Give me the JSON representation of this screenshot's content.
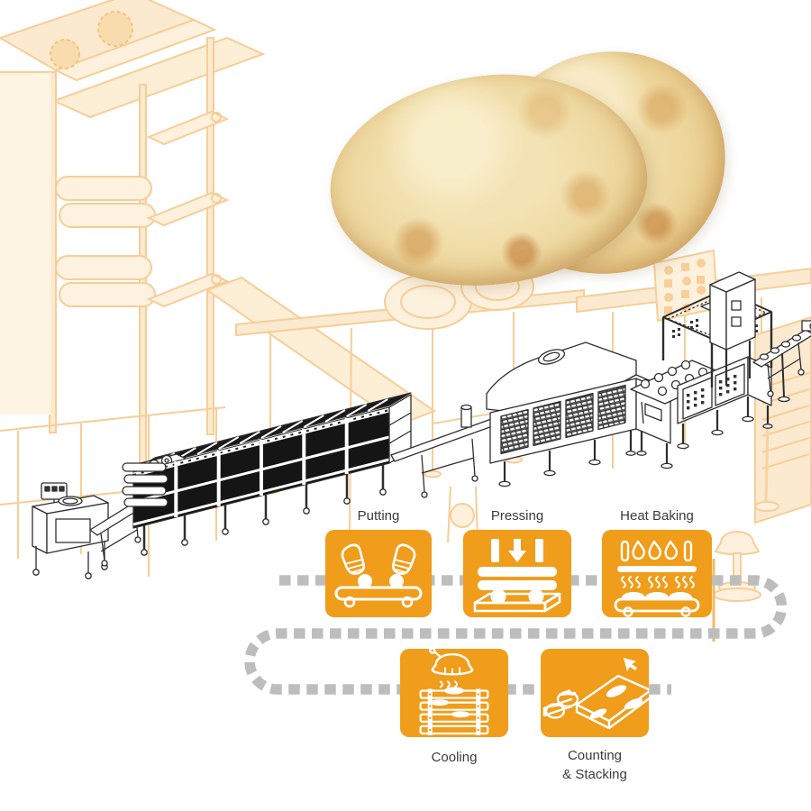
{
  "title": "Paratha production line process diagram",
  "colors": {
    "accent_orange": "#F09D1C",
    "flow_path_gray": "#BDBDBD",
    "background_art_line": "#F6CE97",
    "background_art_fill": "#FCEACD",
    "machine_line": "#2E2E2E",
    "label_text": "#3B3B3B"
  },
  "photo": {
    "name": "paratha-flatbread-photo",
    "items": [
      "paratha-back",
      "paratha-front"
    ]
  },
  "machine": {
    "name": "paratha-production-line-drawing",
    "sections": [
      "dough-depositor",
      "incline-conveyor",
      "cooling-tunnel",
      "transfer-conveyor",
      "baking-oven",
      "dough-ball-conveyor",
      "pressing-machine",
      "outfeed-conveyor"
    ]
  },
  "process": {
    "steps": [
      {
        "label": "Putting",
        "icon": "hands-putting-dough-icon"
      },
      {
        "label": "Pressing",
        "icon": "press-plates-icon"
      },
      {
        "label": "Heat Baking",
        "icon": "flame-baking-icon"
      },
      {
        "label": "Cooling",
        "icon": "cooling-fan-rack-icon"
      },
      {
        "label": "Counting & Stacking",
        "lines": [
          "Counting",
          "& Stacking"
        ],
        "icon": "counting-stacking-icon"
      }
    ]
  }
}
